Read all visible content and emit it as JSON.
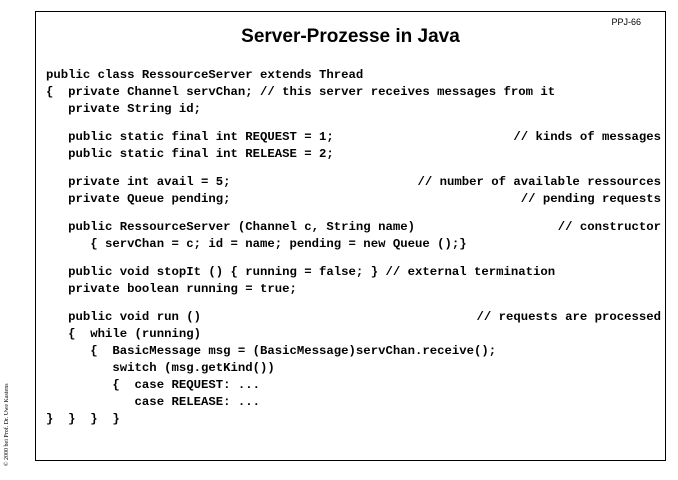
{
  "page_id": "PPJ-66",
  "title": "Server-Prozesse in Java",
  "copyright": "© 2000 bei Prof. Dr. Uwe Kastens",
  "code_lines": [
    {
      "code": "public class RessourceServer extends Thread",
      "comment": ""
    },
    {
      "code": "{  private Channel servChan; // this server receives messages from it",
      "comment": ""
    },
    {
      "code": "   private String id;",
      "comment": ""
    },
    {
      "code": "   public static final int REQUEST = 1;",
      "comment": "// kinds of messages"
    },
    {
      "code": "   public static final int RELEASE = 2;",
      "comment": ""
    },
    {
      "code": "   private int avail = 5;",
      "comment": "// number of available ressources"
    },
    {
      "code": "   private Queue pending;",
      "comment": "// pending requests"
    },
    {
      "code": "   public RessourceServer (Channel c, String name)",
      "comment": "// constructor"
    },
    {
      "code": "      { servChan = c; id = name; pending = new Queue ();}",
      "comment": ""
    },
    {
      "code": "   public void stopIt () { running = false; } // external termination",
      "comment": ""
    },
    {
      "code": "   private boolean running = true;",
      "comment": ""
    },
    {
      "code": "   public void run ()",
      "comment": "// requests are processed"
    },
    {
      "code": "   {  while (running)",
      "comment": ""
    },
    {
      "code": "      {  BasicMessage msg = (BasicMessage)servChan.receive();",
      "comment": ""
    },
    {
      "code": "         switch (msg.getKind())",
      "comment": ""
    },
    {
      "code": "         {  case REQUEST: ...",
      "comment": ""
    },
    {
      "code": "            case RELEASE: ...",
      "comment": ""
    },
    {
      "code": "}  }  }  }",
      "comment": ""
    }
  ]
}
